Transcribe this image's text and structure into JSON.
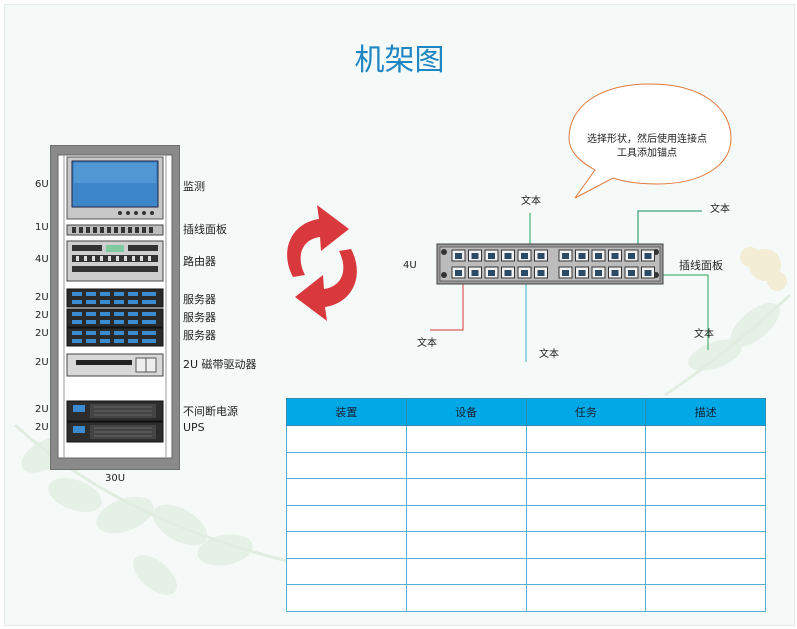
{
  "title": "机架图",
  "rack": {
    "total_label": "30U",
    "units": [
      {
        "u": "6U",
        "label": "监测"
      },
      {
        "u": "1U",
        "label": "插线面板"
      },
      {
        "u": "4U",
        "label": "路由器"
      },
      {
        "u": "2U",
        "label": "服务器"
      },
      {
        "u": "2U",
        "label": "服务器"
      },
      {
        "u": "2U",
        "label": "服务器"
      },
      {
        "u": "2U",
        "label": "2U 磁带驱动器"
      },
      {
        "u": "2U",
        "label": "不间断电源"
      },
      {
        "u": "2U",
        "label": "UPS"
      }
    ]
  },
  "patch_panel": {
    "unit_label": "4U",
    "name_label": "插线面板",
    "text_labels": [
      "文本",
      "文本",
      "文本",
      "文本",
      "文本"
    ]
  },
  "callout": {
    "line1": "选择形状，然后使用连接点",
    "line2": "工具添加锚点"
  },
  "table": {
    "headers": [
      "装置",
      "设备",
      "任务",
      "描述"
    ],
    "row_count": 7
  },
  "colors": {
    "title": "#1f86c4",
    "table_header": "#00a8e6",
    "refresh_arrows": "#d9393c",
    "callout_border": "#e07a3c"
  }
}
